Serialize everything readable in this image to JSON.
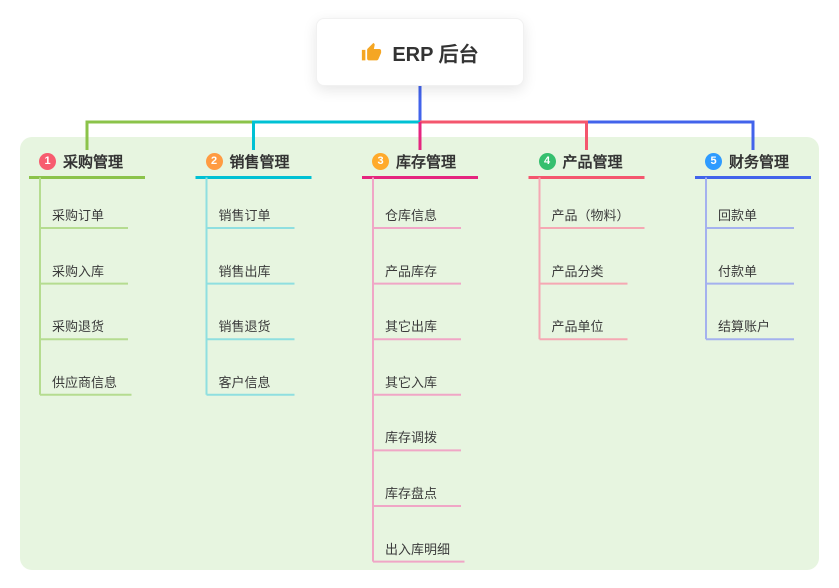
{
  "root": {
    "title": "ERP 后台",
    "icon": "thumbs-up-icon",
    "icon_color": "#f5a623"
  },
  "stem_color": "#4263eb",
  "panel_color": "#e7f5e0",
  "branches": [
    {
      "num": "1",
      "title": "采购管理",
      "badge_color": "#f75c6f",
      "line_color": "#8bc34a",
      "tint_color": "#b5dc90",
      "children": [
        "采购订单",
        "采购入库",
        "采购退货",
        "供应商信息"
      ]
    },
    {
      "num": "2",
      "title": "销售管理",
      "badge_color": "#ff9b42",
      "line_color": "#00c1d4",
      "tint_color": "#8fdfe0",
      "children": [
        "销售订单",
        "销售出库",
        "销售退货",
        "客户信息"
      ]
    },
    {
      "num": "3",
      "title": "库存管理",
      "badge_color": "#ffaa2b",
      "line_color": "#e5257f",
      "tint_color": "#f0a6c6",
      "children": [
        "仓库信息",
        "产品库存",
        "其它出库",
        "其它入库",
        "库存调拨",
        "库存盘点",
        "出入库明细"
      ]
    },
    {
      "num": "4",
      "title": "产品管理",
      "badge_color": "#35bf6e",
      "line_color": "#f4566e",
      "tint_color": "#f5a8b3",
      "children": [
        "产品（物料）",
        "产品分类",
        "产品单位"
      ]
    },
    {
      "num": "5",
      "title": "财务管理",
      "badge_color": "#2e9bff",
      "line_color": "#4263eb",
      "tint_color": "#a4b1ee",
      "children": [
        "回款单",
        "付款单",
        "结算账户"
      ]
    }
  ]
}
